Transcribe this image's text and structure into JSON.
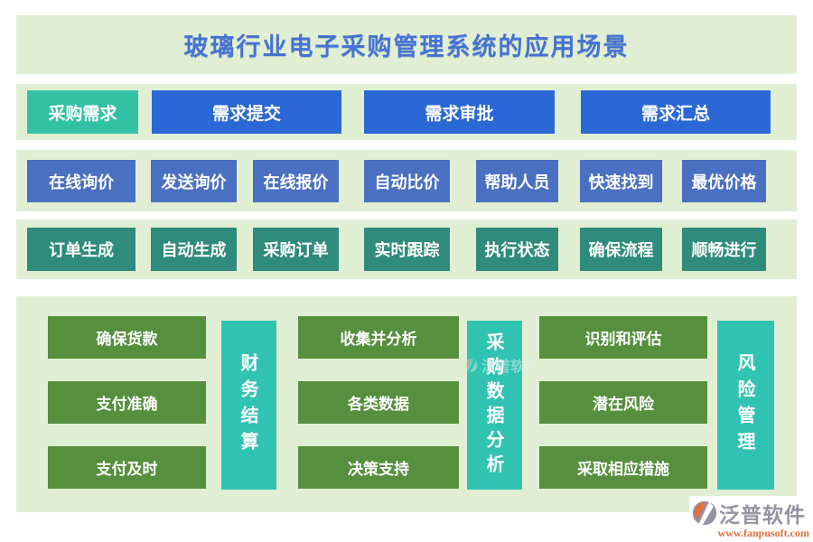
{
  "title": "玻璃行业电子采购管理系统的应用场景",
  "colors": {
    "band_bg": "#e0efd3",
    "title_blue": "#4673d2",
    "row1_blue": "#2a68d6",
    "row1_teal": "#32c1a4",
    "row2_blue": "#4a70c2",
    "row3_green": "#2f8b7c",
    "bottom_green": "#568f3e",
    "bar_teal": "#31c3b2",
    "logo_gray": "#9593a2",
    "url_orange": "#e0703c"
  },
  "row1": [
    "采购需求",
    "需求提交",
    "需求审批",
    "需求汇总"
  ],
  "row2": [
    "在线询价",
    "发送询价",
    "在线报价",
    "自动比价",
    "帮助人员",
    "快速找到",
    "最优价格"
  ],
  "row3": [
    "订单生成",
    "自动生成",
    "采购订单",
    "实时跟踪",
    "执行状态",
    "确保流程",
    "顺畅进行"
  ],
  "bottom": {
    "groups": [
      {
        "buttons": [
          "确保货款",
          "支付准确",
          "支付及时"
        ],
        "bar": "财务结算"
      },
      {
        "buttons": [
          "收集并分析",
          "各类数据",
          "决策支持"
        ],
        "bar": "采购数据分析"
      },
      {
        "buttons": [
          "识别和评估",
          "潜在风险",
          "采取相应措施"
        ],
        "bar": "风险管理"
      }
    ]
  },
  "watermark": {
    "name": "泛普软件"
  },
  "logo": {
    "name": "泛普软件",
    "url": "www.fanpusoft.com"
  }
}
